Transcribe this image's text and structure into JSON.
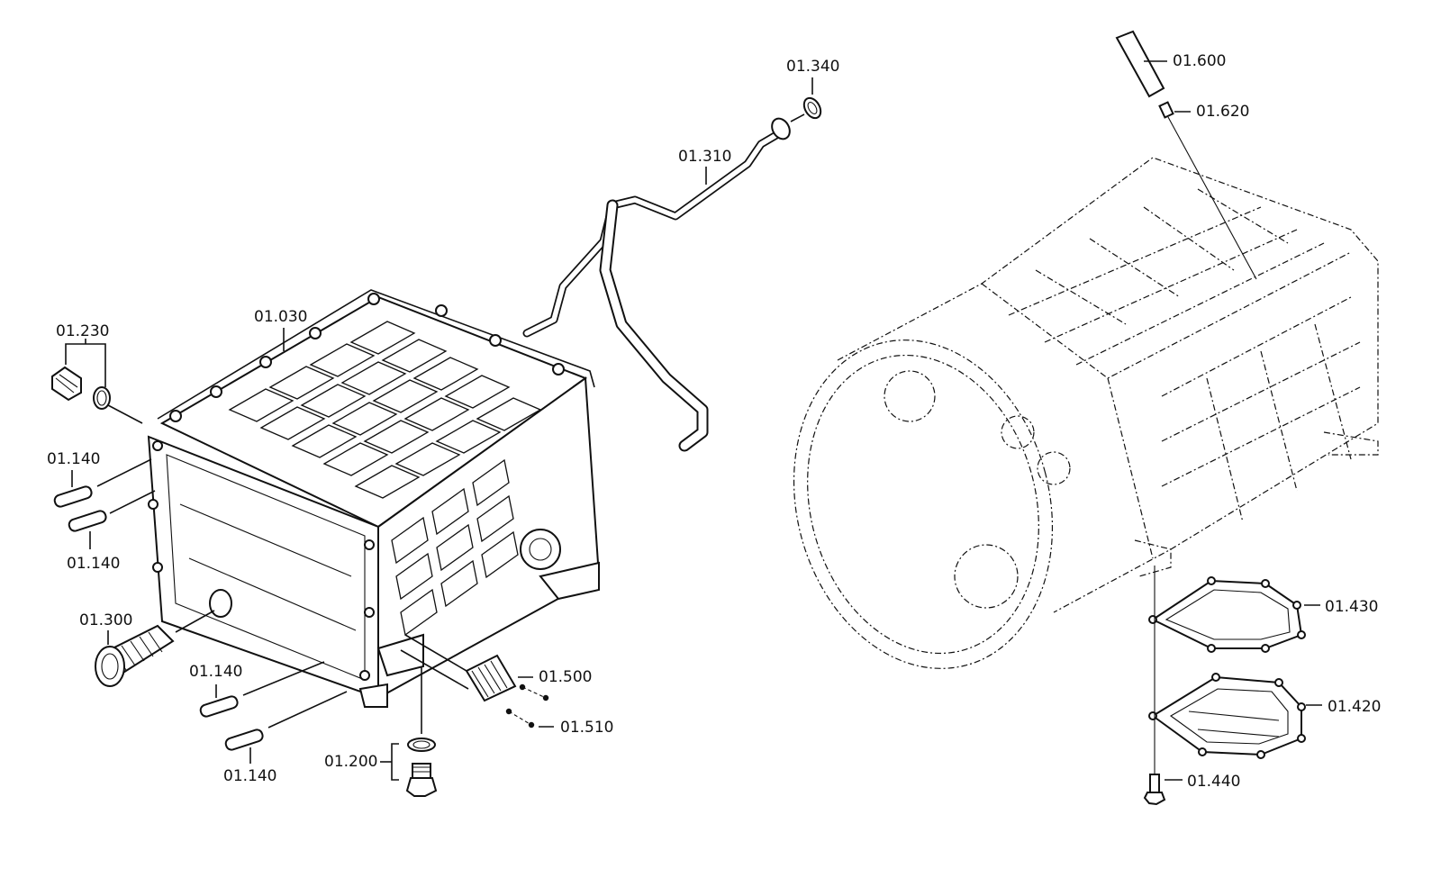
{
  "callouts": {
    "c01030": "01.030",
    "c01230": "01.230",
    "c01140_a": "01.140",
    "c01140_b": "01.140",
    "c01140_c": "01.140",
    "c01140_d": "01.140",
    "c01300": "01.300",
    "c01200": "01.200",
    "c01500": "01.500",
    "c01510": "01.510",
    "c01310": "01.310",
    "c01340": "01.340",
    "c01600": "01.600",
    "c01620": "01.620",
    "c01430": "01.430",
    "c01420": "01.420",
    "c01440": "01.440"
  },
  "colors": {
    "line": "#111111",
    "background": "#ffffff"
  }
}
